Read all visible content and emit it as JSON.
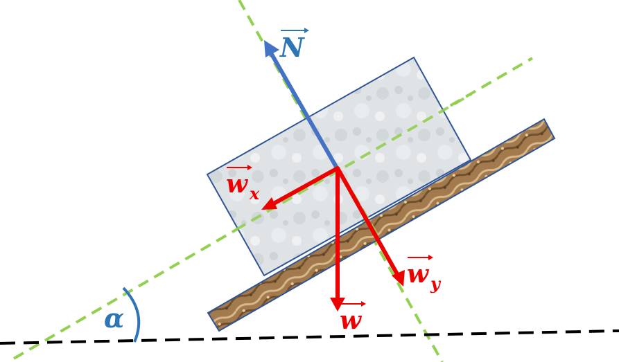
{
  "labels": {
    "normal": "N",
    "weight": "w",
    "weight_x_base": "w",
    "weight_x_sub": "x",
    "weight_y_base": "w",
    "weight_y_sub": "y",
    "angle": "α"
  },
  "colors": {
    "normal_force": "#4472C4",
    "normal_label": "#2E75B6",
    "weight_forces": "#EE0000",
    "axes_guides": "#92D050",
    "ground_line": "#000000",
    "block_fill": "#D9DDE0",
    "block_border": "#2F5597",
    "ramp_fill": "#A67C52",
    "angle_arc": "#2E75B6"
  }
}
